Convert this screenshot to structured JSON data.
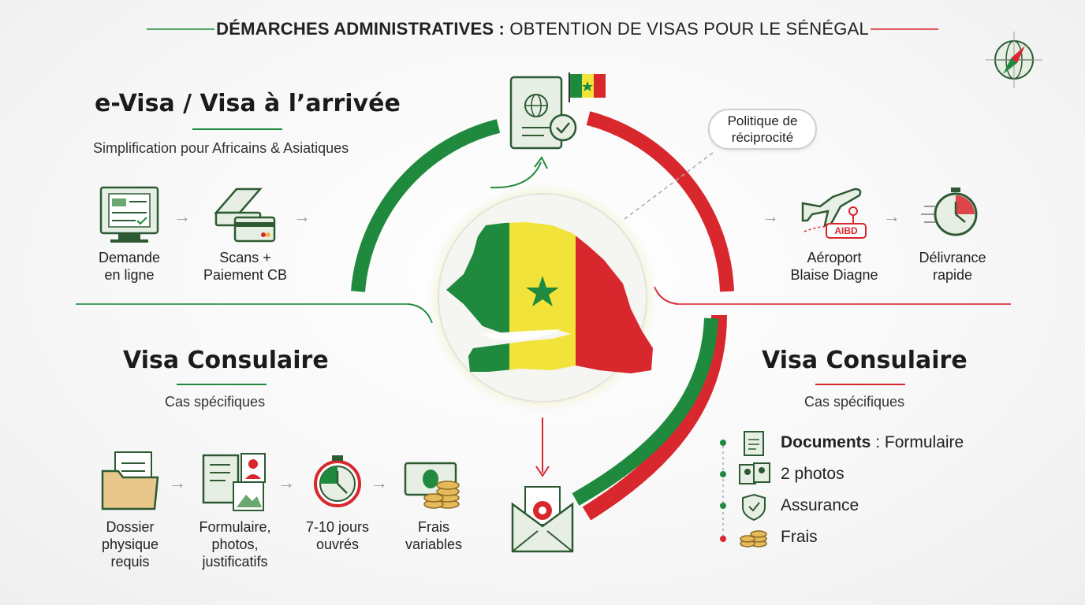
{
  "title": {
    "bold": "DÉMARCHES ADMINISTRATIVES :",
    "rest": " OBTENTION DE VISAS POUR LE SÉNÉGAL"
  },
  "evisa": {
    "title": "e-Visa / Visa à l’arrivée",
    "subtitle": "Simplification pour Africains & Asiatiques",
    "steps": [
      {
        "line1": "Demande",
        "line2": "en ligne"
      },
      {
        "line1": "Scans +",
        "line2": "Paiement CB"
      }
    ],
    "arrival_steps": [
      {
        "line1": "Aéroport",
        "line2": "Blaise Diagne",
        "badge": "AIBD"
      },
      {
        "line1": "Délivrance",
        "line2": "rapide"
      }
    ]
  },
  "bubble": {
    "line1": "Politique de",
    "line2": "réciprocité"
  },
  "consular_left": {
    "title": "Visa Consulaire",
    "subtitle": "Cas spécifiques",
    "steps": [
      {
        "line1": "Dossier",
        "line2": "physique",
        "line3": "requis"
      },
      {
        "line1": "Formulaire,",
        "line2": "photos,",
        "line3": "justificatifs"
      },
      {
        "line1": "7-10 jours",
        "line2": "ouvrés",
        "line3": ""
      },
      {
        "line1": "Frais",
        "line2": "variables",
        "line3": ""
      }
    ]
  },
  "consular_right": {
    "title": "Visa Consulaire",
    "subtitle": "Cas spécifiques",
    "items": [
      {
        "bold": "Documents",
        "text": " : Formulaire"
      },
      {
        "bold": "",
        "text": "2 photos"
      },
      {
        "bold": "",
        "text": "Assurance"
      },
      {
        "bold": "",
        "text": "Frais"
      }
    ]
  },
  "colors": {
    "green": "#1f8a3e",
    "yellow": "#f2e33a",
    "red": "#d9272e",
    "stroke": "#2d5a33",
    "iconfill": "#e7efe4"
  },
  "icons": [
    "computer-form-icon",
    "scanner-card-icon",
    "passport-icon",
    "senegal-flag-icon",
    "airplane-icon",
    "stopwatch-icon",
    "folder-icon",
    "photos-form-icon",
    "timer-icon",
    "money-coins-icon",
    "envelope-seal-icon",
    "compass-globe-icon"
  ]
}
